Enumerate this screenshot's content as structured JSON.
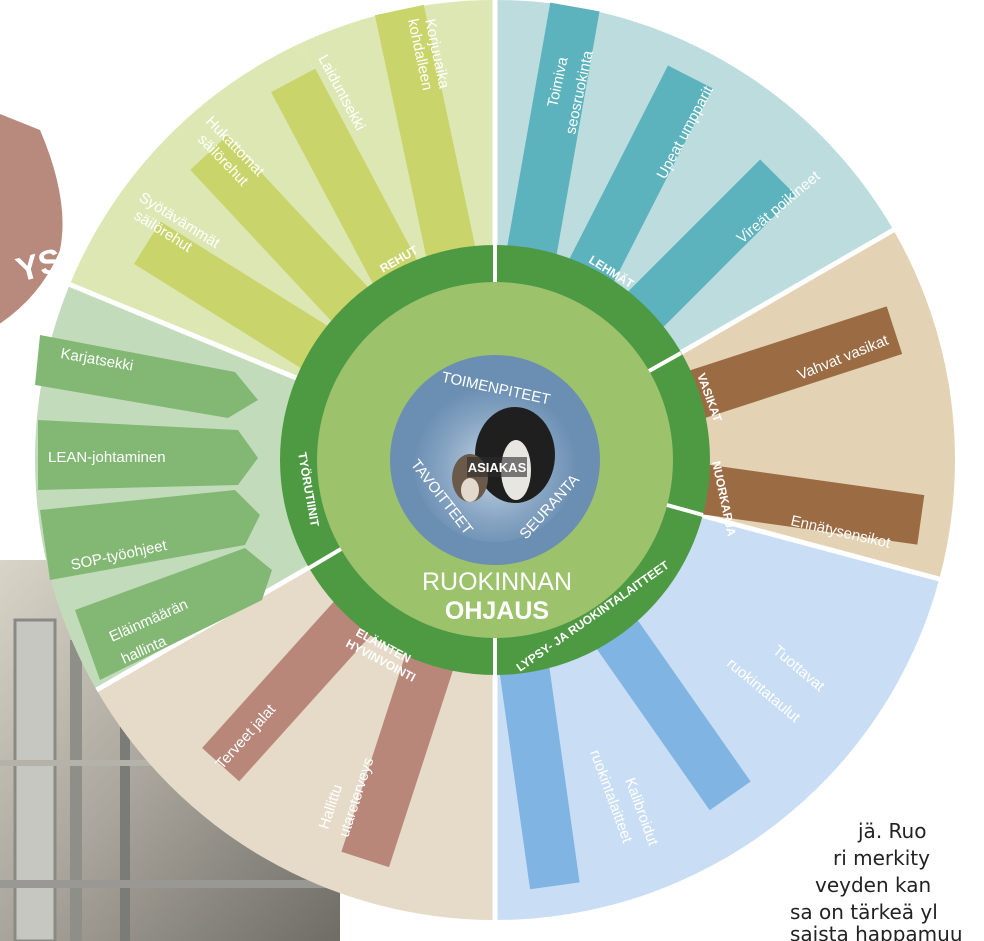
{
  "center": {
    "title_line1": "RUOKINNAN",
    "title_line2": "OHJAUS",
    "core_label": "ASIAKAS",
    "inner_ring": [
      "TOIMENPITEET",
      "SEURANTA",
      "TAVOITTEET"
    ]
  },
  "ring_labels": {
    "rehut": "REHUT",
    "lehmat": "LEHMÄT",
    "vasikat": "VASIKAT",
    "nuorkarja": "NUORKARJA",
    "lypsy": "LYPSY- JA RUOKINTALAITTEET",
    "elainten_1": "ELÄINTEN",
    "elainten_2": "HYVINVOINTI",
    "tyorutiinit": "TYÖRUTIINIT"
  },
  "arrows": {
    "rehut": [
      "Syötävämmät säilörehut",
      "Hukattomat säilörehut",
      "Laiduntsekki",
      "Korjuuaika kohdalleen"
    ],
    "lehmat": [
      "Toimiva seosruokinta",
      "Upeat umpparit",
      "Vireät poikineet"
    ],
    "vasikat": [
      "Vahvat vasikat"
    ],
    "nuorkarja": [
      "Ennätysensikot"
    ],
    "lypsy": [
      "Tuottavat ruokintataulut",
      "Kalibroidut ruokintalaitteet"
    ],
    "elainten": [
      "Terveet jalat",
      "Hallittu utareterveys"
    ],
    "tyorutiinit": [
      "Karjatsekki",
      "LEAN-johtaminen",
      "SOP-työohjeet",
      "Eläinmäärän hallinta"
    ]
  },
  "side_tab": {
    "label": "YS"
  },
  "body_text": {
    "line1": "jä. Ruo",
    "line2": "ri merkity",
    "line3": "veyden kan",
    "line4": "sa on tärkeä yl",
    "line5": "saista happamuu"
  },
  "colors": {
    "rehut_bg": "#dde7b4",
    "rehut_arrow": "#c9d46a",
    "lehmat_bg": "#bcdcdd",
    "lehmat_arrow": "#5cb3bd",
    "vasikat_bg": "#e3d2b3",
    "vasikat_arrow": "#9b6b44",
    "lypsy_bg": "#c9def4",
    "lypsy_arrow": "#80b4e2",
    "elainten_bg": "#e6dbc9",
    "elainten_arrow": "#b8877a",
    "tyo_bg": "#c2dcbb",
    "tyo_arrow": "#82b874",
    "ring": "#4e9a43",
    "center": "#9cc26b",
    "core": "#7fa4c4",
    "tab": "#b88a7e"
  }
}
